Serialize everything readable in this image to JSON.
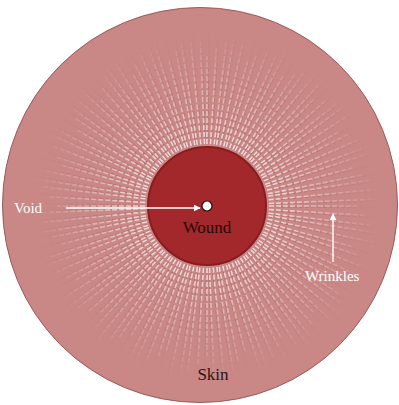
{
  "diagram": {
    "nodes": [
      {
        "text": [
          "Skin"
        ]
      },
      {
        "text": [
          "Wound"
        ],
        "in": 0
      }
    ],
    "labels": [
      "Void",
      "Wrinkles"
    ]
  }
}
